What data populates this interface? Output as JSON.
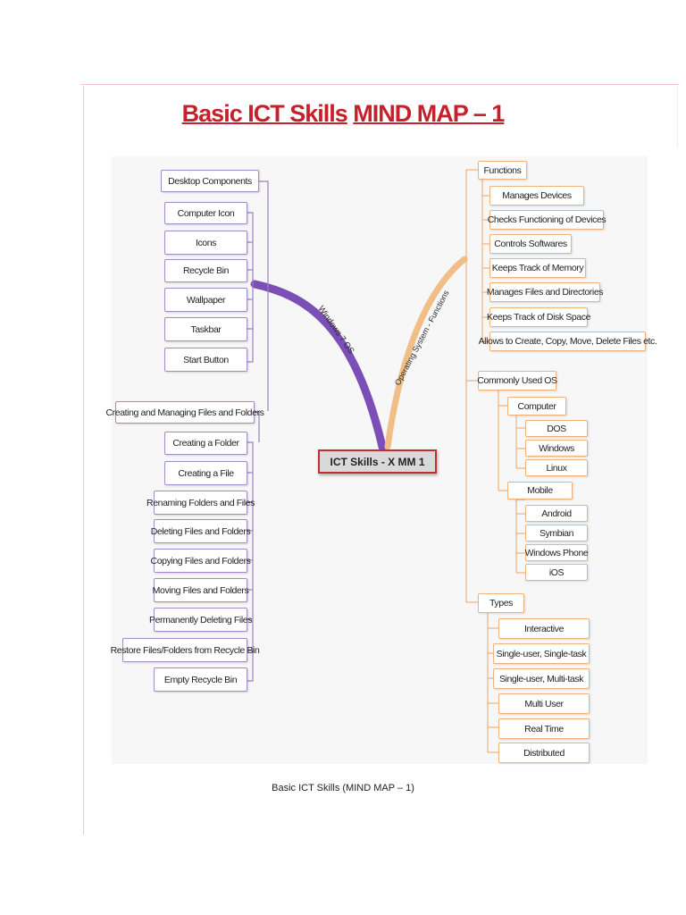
{
  "title": {
    "part1": "Basic ICT Skills",
    "part2": "MIND MAP – 1"
  },
  "center": "ICT Skills - X MM 1",
  "branches": {
    "left": "Windows 7 OS",
    "right": "Operating System - Functions"
  },
  "left": {
    "desktop_components": {
      "label": "Desktop Components",
      "items": [
        "Computer Icon",
        "Icons",
        "Recycle Bin",
        "Wallpaper",
        "Taskbar",
        "Start Button"
      ]
    },
    "files_folders": {
      "label": "Creating and Managing Files and Folders",
      "items": [
        "Creating a Folder",
        "Creating a File",
        "Renaming Folders and Files",
        "Deleting Files and Folders",
        "Copying Files and Folders",
        "Moving Files and Folders",
        "Permanently Deleting Files",
        "Restore Files/Folders from Recycle Bin",
        "Empty Recycle Bin"
      ]
    }
  },
  "right": {
    "functions": {
      "label": "Functions",
      "items": [
        "Manages Devices",
        "Checks Functioning of Devices",
        "Controls Softwares",
        "Keeps Track of Memory",
        "Manages Files and Directories",
        "Keeps Track of Disk Space",
        "Allows to Create, Copy, Move, Delete Files etc."
      ]
    },
    "commonly_used": {
      "label": "Commonly Used OS",
      "computer": {
        "label": "Computer",
        "items": [
          "DOS",
          "Windows",
          "Linux"
        ]
      },
      "mobile": {
        "label": "Mobile",
        "items": [
          "Android",
          "Symbian",
          "Windows Phone",
          "iOS"
        ]
      }
    },
    "types": {
      "label": "Types",
      "items": [
        "Interactive",
        "Single-user, Single-task",
        "Single-user, Multi-task",
        "Multi User",
        "Real Time",
        "Distributed"
      ]
    }
  },
  "caption": "Basic ICT Skills (MIND MAP – 1)",
  "colors": {
    "title": "#c8202a",
    "left_branch": "#7b4fb5",
    "right_branch": "#f2be88",
    "center_border": "#c03030"
  }
}
